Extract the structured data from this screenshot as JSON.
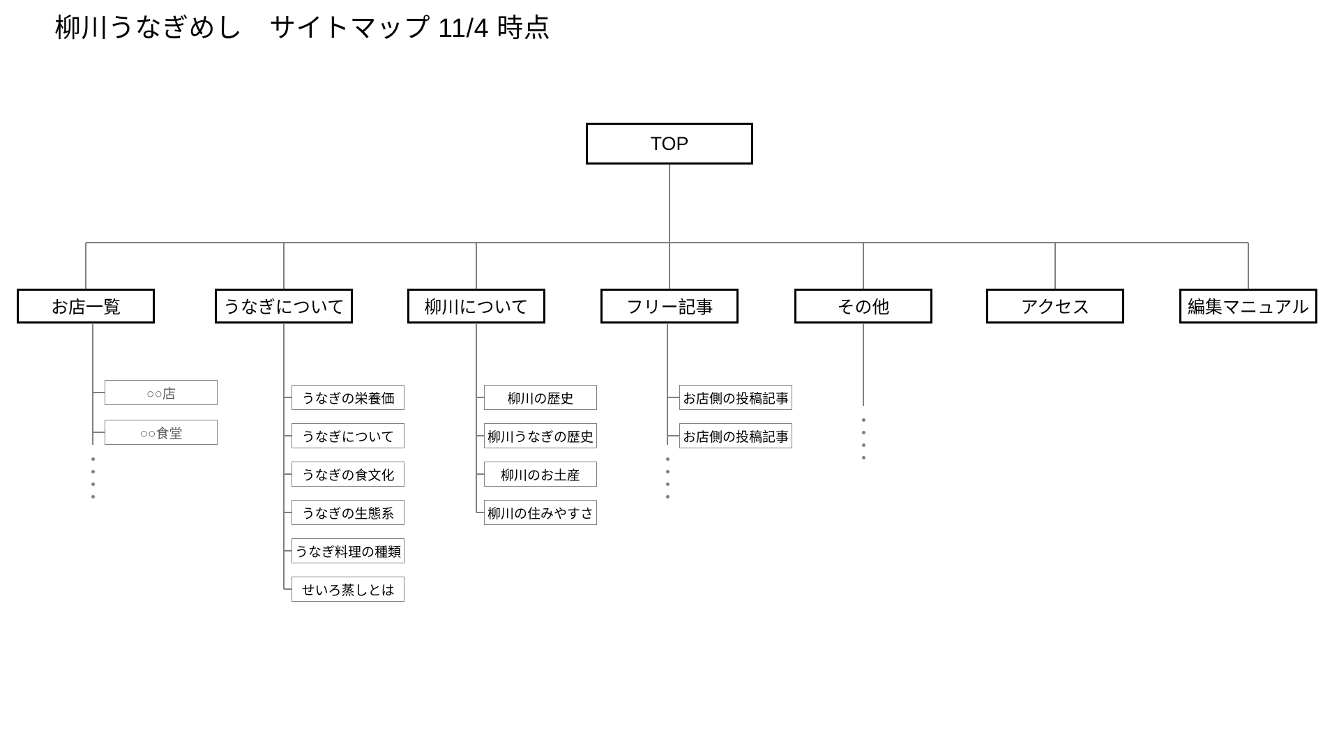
{
  "page": {
    "title": "柳川うなぎめし　サイトマップ 11/4 時点",
    "background_color": "#ffffff",
    "line_color": "#808080",
    "box_border_dark": "#000000",
    "box_border_light": "#808080"
  },
  "diagram": {
    "type": "sitemap-tree",
    "root": {
      "label": "TOP"
    },
    "level2": [
      {
        "label": "お店一覧"
      },
      {
        "label": "うなぎについて"
      },
      {
        "label": "柳川について"
      },
      {
        "label": "フリー記事"
      },
      {
        "label": "その他"
      },
      {
        "label": "アクセス"
      },
      {
        "label": "編集マニュアル"
      }
    ],
    "children": {
      "shop_list": [
        "○○店",
        "○○食堂"
      ],
      "about_unagi": [
        "うなぎの栄養価",
        "うなぎについて",
        "うなぎの食文化",
        "うなぎの生態系",
        "うなぎ料理の種類",
        "せいろ蒸しとは"
      ],
      "about_yanagawa": [
        "柳川の歴史",
        "柳川うなぎの歴史",
        "柳川のお土産",
        "柳川の住みやすさ"
      ],
      "free_articles": [
        "お店側の投稿記事",
        "お店側の投稿記事"
      ],
      "others": []
    },
    "ellipsis_columns": [
      "お店一覧",
      "フリー記事",
      "その他"
    ]
  }
}
